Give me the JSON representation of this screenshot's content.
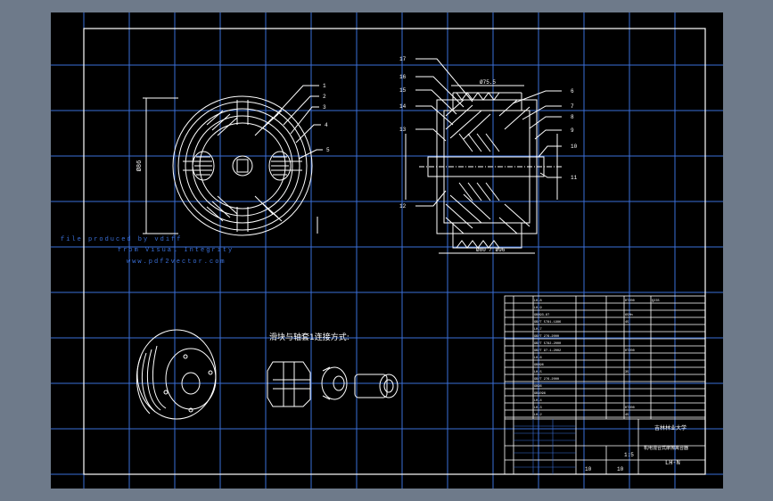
{
  "watermark": {
    "line1": "file produced by vdiff ",
    "line2": "from  Visual  Integrity",
    "line3": "www.pdf2vector.com"
  },
  "iso_heading": "滑块与轴套1连接方式:",
  "callouts_front": [
    "1",
    "2",
    "3",
    "4",
    "5"
  ],
  "callouts_section_left": [
    "17",
    "16",
    "15",
    "14",
    "13",
    "12"
  ],
  "callouts_section_right": [
    "6",
    "7",
    "8",
    "9",
    "10",
    "11"
  ],
  "dims": {
    "top": "Ø75.5",
    "bottom": "Ø80 / Ø96",
    "front_dia": "Ø86"
  },
  "title_block": {
    "institution": "吉林林业大学",
    "drawing_name": "机电混合式摩擦离合器",
    "drawing_code": "LH-N",
    "scale": "1:5",
    "sheet_a": "10",
    "sheet_b": "10",
    "part_codes": [
      "LH-8",
      "LH-9",
      "GB893-87",
      "GB/T 5781-1986",
      "LH-7",
      "GB/T 276-2000",
      "GB/T 5782-2000",
      "GB/T 97.1-2002",
      "LH-6",
      "GB896",
      "LH-5",
      "GB/T 276-2000",
      "GB96",
      "GB1096",
      "LH-4",
      "LH-3",
      "LH-2",
      "LH-1"
    ],
    "materials": [
      "HT200",
      "Q235",
      "65Mn",
      "45",
      "HT200",
      "35",
      "HT200",
      "45"
    ]
  }
}
